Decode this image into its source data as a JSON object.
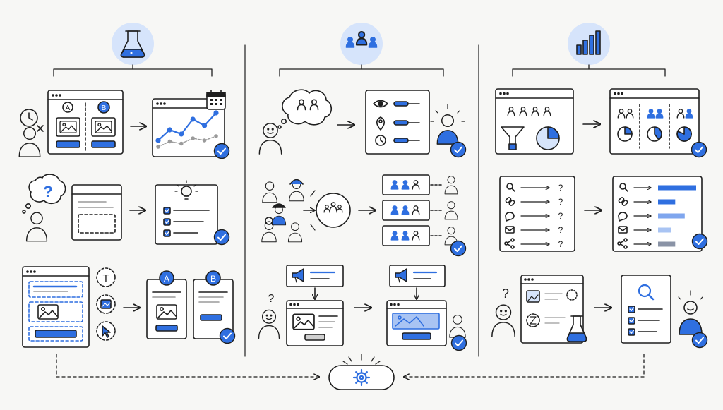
{
  "colors": {
    "background": "#f7f7f5",
    "ink": "#1f1f1f",
    "accent": "#2f6fe0",
    "accent_soft": "#d6e4fb",
    "accent_mid": "#7fa6ee",
    "accent_pale": "#a9c4f3",
    "muted": "#9a9a9a",
    "gray_bar": "#8a93a6"
  },
  "columns": [
    {
      "id": "experimentation",
      "header_icon": "flask-icon"
    },
    {
      "id": "user-research",
      "header_icon": "people-group-icon"
    },
    {
      "id": "analytics",
      "header_icon": "bar-chart-icon"
    }
  ],
  "labels": {
    "variant_a": "A",
    "variant_b": "B",
    "question_mark": "?",
    "text_tool": "T"
  },
  "hub": {
    "icon": "gear-icon"
  },
  "chart_data": {
    "type": "line",
    "series": [
      {
        "values": [
          1,
          2,
          1.6,
          3,
          2.4,
          3.6
        ]
      },
      {
        "values": [
          0.4,
          0.9,
          0.7,
          1.2,
          1.0,
          1.4
        ]
      }
    ]
  },
  "progress_bars": [
    {
      "value": 1.0,
      "color": "accent"
    },
    {
      "value": 0.45,
      "color": "accent"
    },
    {
      "value": 0.7,
      "color": "accent_mid"
    },
    {
      "value": 0.35,
      "color": "accent_pale"
    },
    {
      "value": 0.45,
      "color": "gray_bar"
    }
  ]
}
